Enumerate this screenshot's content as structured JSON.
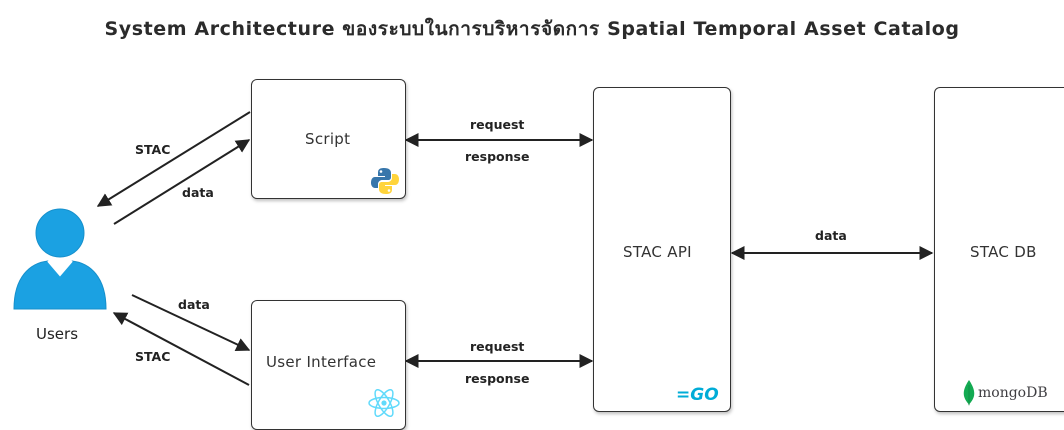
{
  "title": "System Architecture ของระบบในการบริหารจัดการ Spatial Temporal Asset Catalog",
  "nodes": {
    "users": {
      "label": "Users",
      "icon": "user-icon"
    },
    "script": {
      "label": "Script",
      "icon": "python-logo-icon"
    },
    "ui": {
      "label": "User Interface",
      "icon": "react-logo-icon"
    },
    "api": {
      "label": "STAC API",
      "logo_text": "=GO",
      "icon": "go-logo-icon"
    },
    "db": {
      "label": "STAC DB",
      "logo_text": "mongoDB",
      "icon": "mongodb-leaf-icon"
    }
  },
  "edges": {
    "users_script_stac": "STAC",
    "users_script_data": "data",
    "users_ui_data": "data",
    "users_ui_stac": "STAC",
    "script_api_request": "request",
    "script_api_response": "response",
    "ui_api_request": "request",
    "ui_api_response": "response",
    "api_db_data": "data"
  },
  "colors": {
    "user_icon": "#1ba1e2",
    "go": "#00acd7",
    "python_blue": "#3776ab",
    "python_yellow": "#ffd43b",
    "react": "#61dafb",
    "mongo_leaf": "#13aa52"
  }
}
